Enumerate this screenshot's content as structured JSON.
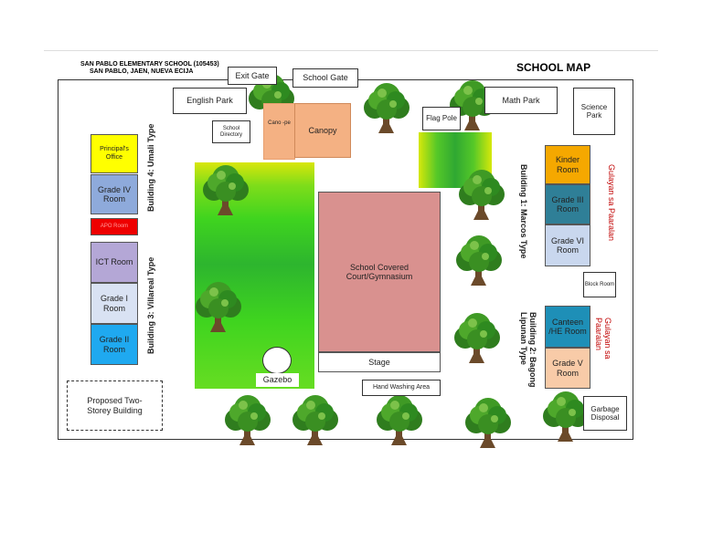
{
  "header": {
    "school_name": "SAN PABLO ELEMENTARY SCHOOL (105453)",
    "school_address": "SAN PABLO, JAEN, NUEVA ECIJA",
    "map_title": "SCHOOL MAP"
  },
  "labels": {
    "exit_gate": "Exit Gate",
    "school_gate": "School Gate",
    "english_park": "English Park",
    "school_directory": "School Directory",
    "canteen_small": "Cano -pe",
    "canopy": "Canopy",
    "flag_pole": "Flag Pole",
    "math_park": "Math Park",
    "science_park": "Science Park",
    "principals_office": "Principal's Office",
    "grade_iv": "Grade IV Room",
    "red_room": "APO Room",
    "ict": "ICT Room",
    "grade_i": "Grade I Room",
    "grade_ii": "Grade II Room",
    "covered_court": "School Covered Court/Gymnasium",
    "stage": "Stage",
    "gazebo": "Gazebo",
    "hand_washing": "Hand Washing Area",
    "kinder": "Kinder Room",
    "grade_iii": "Grade III Room",
    "grade_vi": "Grade VI Room",
    "block_room": "Block Room",
    "canteen_he": "Canteen /HE Room",
    "grade_v": "Grade V Room",
    "garbage": "Garbage Disposal",
    "proposed": "Proposed Two-Storey Building"
  },
  "vertical_labels": {
    "building4": "Building 4: Umali Type",
    "building3": "Building 3: Villareal Type",
    "building1": "Building 1: Marcos Type",
    "building2": "Building 2: Bagong Lipunan Type",
    "garden1": "Gulayan sa Paaralan",
    "garden2": "Gulayan sa Paaralan"
  },
  "colors": {
    "principal": "#ffff00",
    "grade_iv": "#8eaadb",
    "red_room": "#ee0000",
    "ict": "#b4a7d6",
    "grade_i": "#d9e2f3",
    "grade_ii": "#1fa9f0",
    "court": "#d9918f",
    "kinder": "#f5a800",
    "grade_iii": "#2f7f97",
    "grade_vi": "#c9d7ee",
    "canteen_he": "#1e8fb7",
    "grade_v": "#f8cba8",
    "canopy": "#f4b183",
    "garden_text": "#c00000"
  }
}
